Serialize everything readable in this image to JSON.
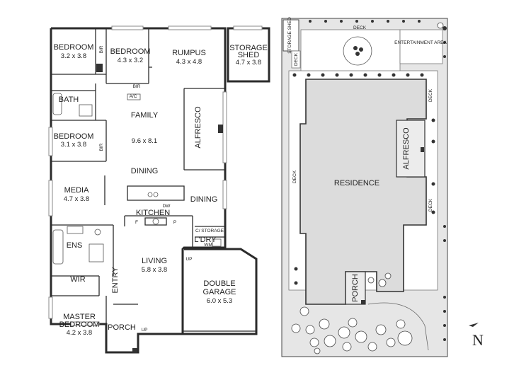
{
  "floorplan": {
    "rooms": {
      "bedroom1": {
        "name": "BEDROOM",
        "size": "3.2 x 3.8"
      },
      "bedroom2": {
        "name": "BEDROOM",
        "size": "4.3 x 3.2"
      },
      "rumpus": {
        "name": "RUMPUS",
        "size": "4.3 x 4.8"
      },
      "storage_shed": {
        "name1": "STORAGE",
        "name2": "SHED",
        "size": "4.7 x 3.8"
      },
      "bath": {
        "name": "BATH"
      },
      "family": {
        "name": "FAMILY",
        "size": "9.6 x 8.1"
      },
      "alfresco": {
        "name": "ALFRESCO"
      },
      "bedroom3": {
        "name": "BEDROOM",
        "size": "3.1 x 3.8"
      },
      "dining1": {
        "name": "DINING"
      },
      "dining2": {
        "name": "DINING"
      },
      "media": {
        "name": "MEDIA",
        "size": "4.7 x 3.8"
      },
      "kitchen": {
        "name": "KITCHEN"
      },
      "ens": {
        "name": "ENS"
      },
      "ldry": {
        "name": "L'DRY"
      },
      "living": {
        "name": "LIVING",
        "size": "5.8 x 3.8"
      },
      "wir": {
        "name": "WIR"
      },
      "entry": {
        "name": "ENTRY"
      },
      "double_garage": {
        "name1": "DOUBLE",
        "name2": "GARAGE",
        "size": "6.0 x 5.3"
      },
      "master_bedroom": {
        "name1": "MASTER",
        "name2": "BEDROOM",
        "size": "4.2 x 3.8"
      },
      "porch": {
        "name": "PORCH"
      }
    },
    "small_labels": {
      "bir1": "BIR",
      "bir2": "BIR",
      "bir3": "BIR",
      "ac": "A/C",
      "dw": "DW",
      "f": "F",
      "p": "P",
      "wm": "WM",
      "c_storage": "C/ STORAGE",
      "up1": "UP",
      "up2": "UP"
    }
  },
  "siteplan": {
    "labels": {
      "deck_top": "DECK",
      "storage_shed": "STORAGE SHED",
      "entertainment": "ENTERTAINMENT AREA",
      "deck_left_top": "DECK",
      "deck_right_top": "DECK",
      "alfresco": "ALFRESCO",
      "residence": "RESIDENCE",
      "deck_left": "DECK",
      "deck_right_bottom": "DECK",
      "porch": "PORCH"
    }
  },
  "compass": {
    "letter": "N"
  }
}
